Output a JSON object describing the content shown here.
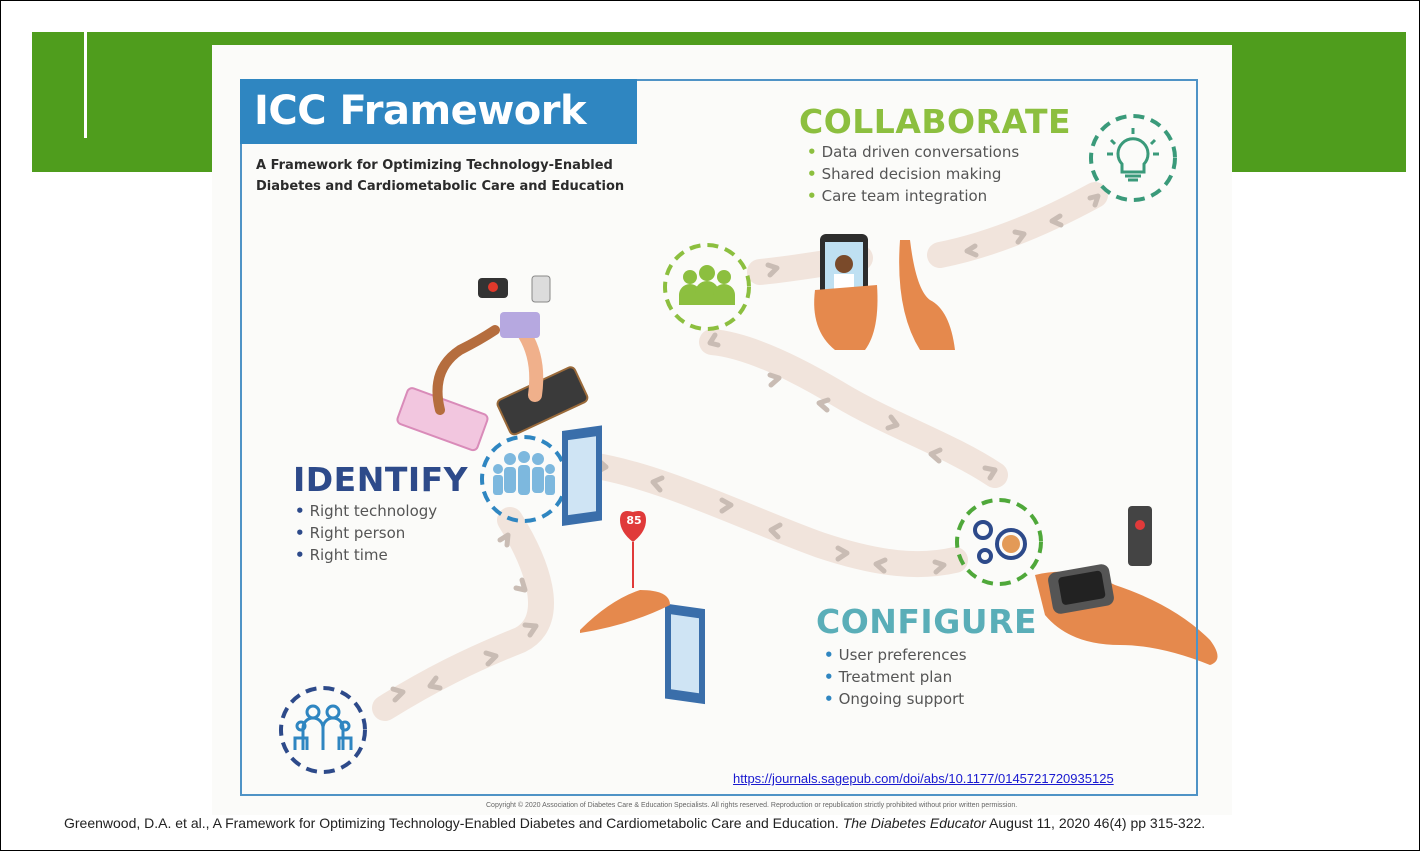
{
  "title": "ICC Framework",
  "subtitle": {
    "line1": "A Framework for Optimizing Technology-Enabled",
    "line2": "Diabetes and Cardiometabolic Care and Education"
  },
  "collaborate": {
    "heading": "COLLABORATE",
    "bullets": [
      "Data driven conversations",
      "Shared decision making",
      "Care team integration"
    ]
  },
  "identify": {
    "heading": "IDENTIFY",
    "bullets": [
      "Right technology",
      "Right person",
      "Right time"
    ]
  },
  "configure": {
    "heading": "CONFIGURE",
    "bullets": [
      "User preferences",
      "Treatment plan",
      "Ongoing support"
    ]
  },
  "heart_rate": "85",
  "link": "https://journals.sagepub.com/doi/abs/10.1177/0145721720935125",
  "copyright": "Copyright © 2020 Association of Diabetes Care & Education Specialists. All rights reserved. Reproduction or republication strictly prohibited without prior written permission.",
  "citation": {
    "authors": "Greenwood, D.A. et al., A Framework for Optimizing Technology-Enabled Diabetes and Cardiometabolic Care and Education.",
    "journal": "The Diabetes Educator",
    "details": "August 11, 2020 46(4) pp 315-322."
  },
  "colors": {
    "green_band": "#4f9d1d",
    "title_blue": "#2f86c1",
    "identify_navy": "#2d4a8a",
    "collaborate_green": "#8cbf3f",
    "configure_teal": "#5aaeb8",
    "path": "#f1e4dc"
  },
  "icons": [
    "family-icon",
    "group-icon",
    "team-icon",
    "lightbulb-icon",
    "gears-brain-icon",
    "smartphone-hands-icon",
    "glucose-meter-icon",
    "heart-rate-tablet-icon",
    "smartwatch-hand-icon"
  ]
}
